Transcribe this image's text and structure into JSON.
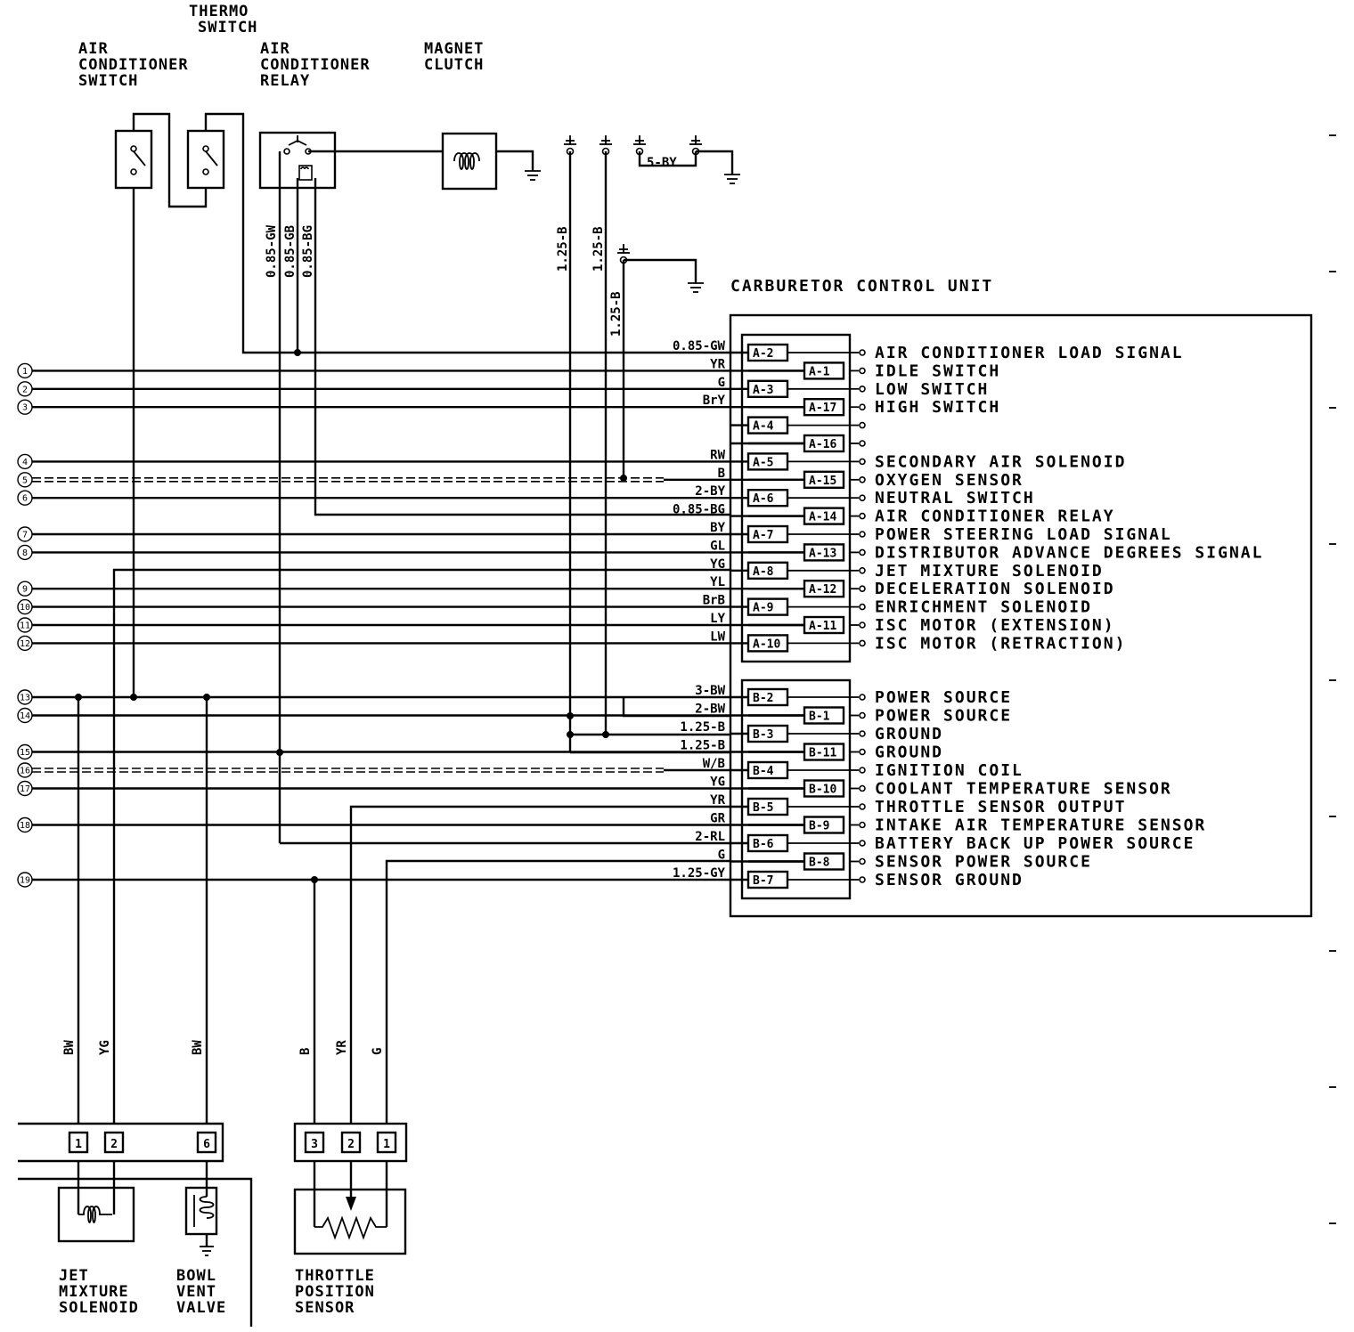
{
  "components": {
    "thermo_switch": [
      "THERMO",
      "SWITCH"
    ],
    "ac_switch": [
      "AIR",
      "CONDITIONER",
      "SWITCH"
    ],
    "ac_relay": [
      "AIR",
      "CONDITIONER",
      "RELAY"
    ],
    "magnet_clutch": [
      "MAGNET",
      "CLUTCH"
    ],
    "control_unit": "CARBURETOR CONTROL UNIT",
    "jet_mixture": [
      "JET",
      "MIXTURE",
      "SOLENOID"
    ],
    "bowl_vent": [
      "BOWL",
      "VENT",
      "VALVE"
    ],
    "throttle_sensor": [
      "THROTTLE",
      "POSITION",
      "SENSOR"
    ]
  },
  "vertical_wire_labels": {
    "relay_wires": [
      "0.85-GW",
      "0.85-GB",
      "0.85-BG"
    ],
    "ground_wires": [
      "1.25-B",
      "1.25-B",
      "1.25-B"
    ],
    "ground_top": "5-BY",
    "bottom": [
      "BW",
      "YG",
      "BW",
      "B",
      "YR",
      "G"
    ]
  },
  "connector_a": [
    {
      "pin": "A-2",
      "wire": "0.85-GW",
      "signal": "AIR CONDITIONER LOAD SIGNAL"
    },
    {
      "pin": "A-1",
      "wire": "YR",
      "signal": "IDLE SWITCH",
      "num": "1"
    },
    {
      "pin": "A-3",
      "wire": "G",
      "signal": "LOW SWITCH",
      "num": "2"
    },
    {
      "pin": "A-17",
      "wire": "BrY",
      "signal": "HIGH SWITCH",
      "num": "3"
    },
    {
      "pin": "A-4",
      "wire": "",
      "signal": ""
    },
    {
      "pin": "A-16",
      "wire": "",
      "signal": ""
    },
    {
      "pin": "A-5",
      "wire": "RW",
      "signal": "SECONDARY AIR SOLENOID",
      "num": "4"
    },
    {
      "pin": "A-15",
      "wire": "B",
      "signal": "OXYGEN SENSOR",
      "num": "5"
    },
    {
      "pin": "A-6",
      "wire": "2-BY",
      "signal": "NEUTRAL SWITCH",
      "num": "6"
    },
    {
      "pin": "A-14",
      "wire": "0.85-BG",
      "signal": "AIR CONDITIONER RELAY"
    },
    {
      "pin": "A-7",
      "wire": "BY",
      "signal": "POWER STEERING LOAD SIGNAL",
      "num": "7"
    },
    {
      "pin": "A-13",
      "wire": "GL",
      "signal": "DISTRIBUTOR ADVANCE DEGREES SIGNAL",
      "num": "8"
    },
    {
      "pin": "A-8",
      "wire": "YG",
      "signal": "JET MIXTURE SOLENOID"
    },
    {
      "pin": "A-12",
      "wire": "YL",
      "signal": "DECELERATION SOLENOID",
      "num": "9"
    },
    {
      "pin": "A-9",
      "wire": "BrB",
      "signal": "ENRICHMENT SOLENOID",
      "num": "10"
    },
    {
      "pin": "A-11",
      "wire": "LY",
      "signal": "ISC MOTOR (EXTENSION)",
      "num": "11"
    },
    {
      "pin": "A-10",
      "wire": "LW",
      "signal": "ISC MOTOR (RETRACTION)",
      "num": "12"
    }
  ],
  "connector_b": [
    {
      "pin": "B-2",
      "wire": "3-BW",
      "signal": "POWER SOURCE",
      "num": "13"
    },
    {
      "pin": "B-1",
      "wire": "2-BW",
      "signal": "POWER SOURCE",
      "num": "14"
    },
    {
      "pin": "B-3",
      "wire": "1.25-B",
      "signal": "GROUND"
    },
    {
      "pin": "B-11",
      "wire": "1.25-B",
      "signal": "GROUND",
      "num": "15"
    },
    {
      "pin": "B-4",
      "wire": "W/B",
      "signal": "IGNITION COIL",
      "num": "16"
    },
    {
      "pin": "B-10",
      "wire": "YG",
      "signal": "COOLANT TEMPERATURE SENSOR",
      "num": "17"
    },
    {
      "pin": "B-5",
      "wire": "YR",
      "signal": "THROTTLE SENSOR OUTPUT"
    },
    {
      "pin": "B-9",
      "wire": "GR",
      "signal": "INTAKE AIR TEMPERATURE SENSOR",
      "num": "18"
    },
    {
      "pin": "B-6",
      "wire": "2-RL",
      "signal": "BATTERY BACK UP POWER SOURCE"
    },
    {
      "pin": "B-8",
      "wire": "G",
      "signal": "SENSOR POWER SOURCE"
    },
    {
      "pin": "B-7",
      "wire": "1.25-GY",
      "signal": "SENSOR GROUND",
      "num": "19"
    }
  ],
  "bottom_pins": [
    "1",
    "2",
    "6",
    "3",
    "2",
    "1"
  ]
}
